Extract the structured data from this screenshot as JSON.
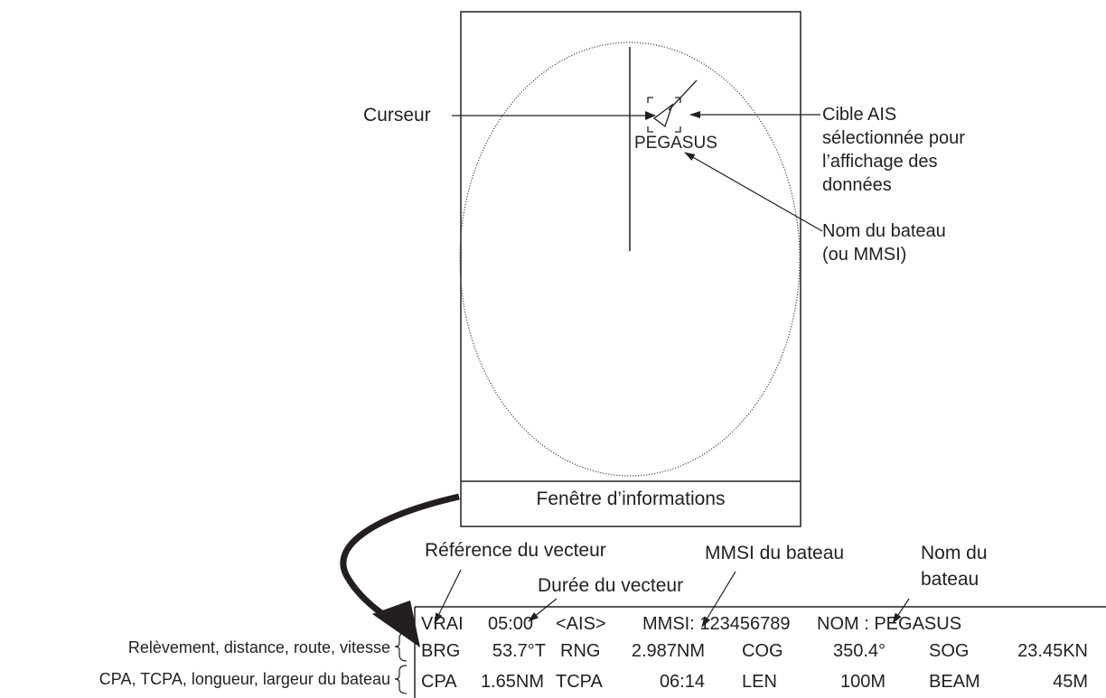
{
  "screen": {
    "target_name": "PEGASUS",
    "info_window_label": "Fenêtre d’informations"
  },
  "callouts": {
    "cursor": "Curseur",
    "ais_target": [
      "Cible AIS",
      "sélectionnée pour",
      "l’affichage des",
      "données"
    ],
    "ship_name": [
      "Nom du bateau",
      "(ou MMSI)"
    ],
    "vector_reference": "Référence du vecteur",
    "vector_duration": "Durée du vecteur",
    "ship_mmsi": "MMSI du bateau",
    "ship_name_field": [
      "Nom du",
      "bateau"
    ],
    "row_bearing": "Relèvement, distance, route, vitesse",
    "row_cpa": "CPA, TCPA, longueur, largeur du bateau"
  },
  "info_panel": {
    "line1": [
      "VRAI",
      "05:00",
      "<AIS>",
      "MMSI: 123456789",
      "NOM : PEGASUS"
    ],
    "line2": [
      "BRG",
      "53.7°T",
      "RNG",
      "2.987NM",
      "COG",
      "350.4°",
      "SOG",
      "23.45KN"
    ],
    "line3": [
      "CPA",
      "1.65NM",
      "TCPA",
      "06:14",
      "LEN",
      "100M",
      "BEAM",
      "45M"
    ]
  }
}
